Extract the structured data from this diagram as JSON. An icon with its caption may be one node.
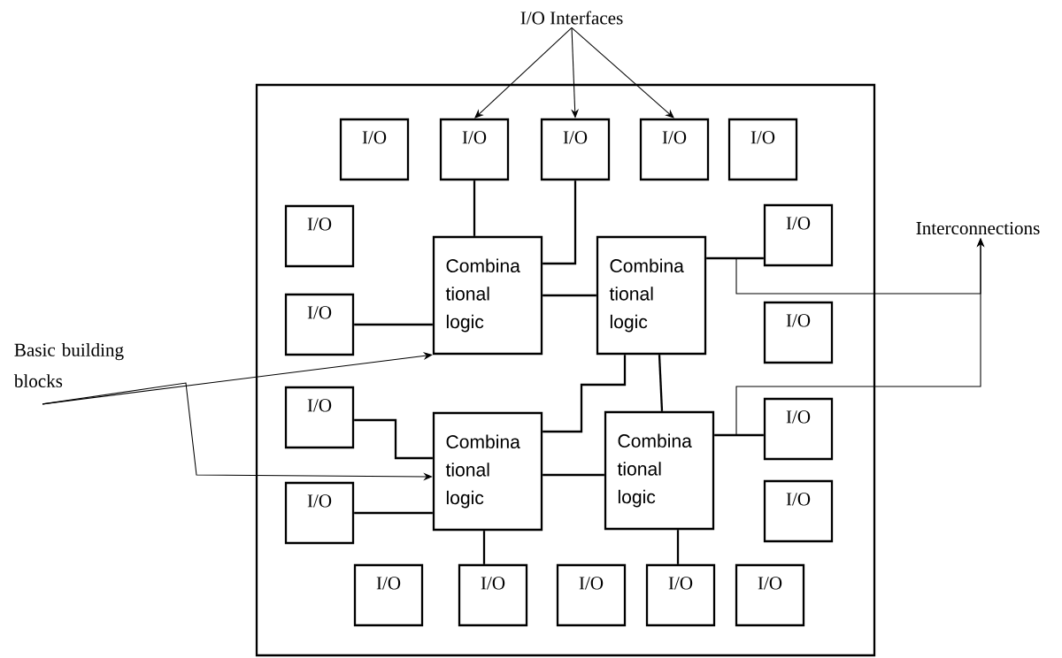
{
  "diagram": {
    "nodes": [
      {
        "text": [
          "I/O Interfaces"
        ]
      },
      {
        "text": [],
        "shape": "box"
      },
      {
        "text": [
          "I/O"
        ],
        "in": 1
      },
      {
        "text": [
          "I/O"
        ],
        "in": 1
      },
      {
        "text": [
          "I/O"
        ],
        "in": 1
      },
      {
        "text": [
          "I/O"
        ],
        "in": 1
      },
      {
        "text": [
          "I/O"
        ],
        "in": 1
      },
      {
        "text": [
          "I/O"
        ],
        "in": 1
      },
      {
        "text": [
          "I/O"
        ],
        "in": 1
      },
      {
        "text": [
          "Combina tional logic"
        ],
        "in": 1
      },
      {
        "text": [
          "Combina tional logic"
        ],
        "in": 1
      },
      {
        "text": [
          "I/O"
        ],
        "in": 1
      },
      {
        "text": [
          "I/O"
        ],
        "in": 1
      },
      {
        "text": [
          "I/O"
        ],
        "in": 1
      },
      {
        "text": [
          "I/O"
        ],
        "in": 1
      },
      {
        "text": [
          "Combina tional logic"
        ],
        "in": 1
      },
      {
        "text": [
          "Combina tional logic"
        ],
        "in": 1
      },
      {
        "text": [
          "I/O"
        ],
        "in": 1
      },
      {
        "text": [
          "I/O"
        ],
        "in": 1
      },
      {
        "text": [
          "I/O"
        ],
        "in": 1
      },
      {
        "text": [
          "I/O"
        ],
        "in": 1
      },
      {
        "text": [
          "I/O"
        ],
        "in": 1
      },
      {
        "text": [
          "I/O"
        ],
        "in": 1
      },
      {
        "text": [
          "I/O"
        ],
        "in": 1
      },
      {
        "text": [
          "Interconnections"
        ]
      },
      {
        "text": [
          "Basic building blocks"
        ]
      }
    ],
    "edges": [
      {
        "from": 0,
        "to": 3,
        "arrow": "to"
      },
      {
        "from": 0,
        "to": 4,
        "arrow": "to"
      },
      {
        "from": 0,
        "to": 5,
        "arrow": "to"
      },
      {
        "from": 3,
        "to": 9,
        "arrow": "none"
      },
      {
        "from": 4,
        "to": 9,
        "arrow": "none"
      },
      {
        "from": 11,
        "to": 9,
        "arrow": "none"
      },
      {
        "from": 9,
        "to": 10,
        "arrow": "none"
      },
      {
        "from": 10,
        "to": 8,
        "arrow": "none"
      },
      {
        "from": 10,
        "to": 15,
        "arrow": "none"
      },
      {
        "from": 10,
        "to": 16,
        "arrow": "none"
      },
      {
        "from": 13,
        "to": 15,
        "arrow": "none"
      },
      {
        "from": 17,
        "to": 15,
        "arrow": "none"
      },
      {
        "from": 15,
        "to": 16,
        "arrow": "none"
      },
      {
        "from": 16,
        "to": 14,
        "arrow": "none"
      },
      {
        "from": 15,
        "to": 20,
        "arrow": "none"
      },
      {
        "from": 16,
        "to": 22,
        "arrow": "none"
      },
      {
        "from": null,
        "to": 24,
        "arrow": "to"
      },
      {
        "from": null,
        "to": 24,
        "arrow": "to"
      },
      {
        "from": 25,
        "to": 9,
        "arrow": "to"
      },
      {
        "from": 25,
        "to": 15,
        "arrow": "to"
      }
    ]
  }
}
